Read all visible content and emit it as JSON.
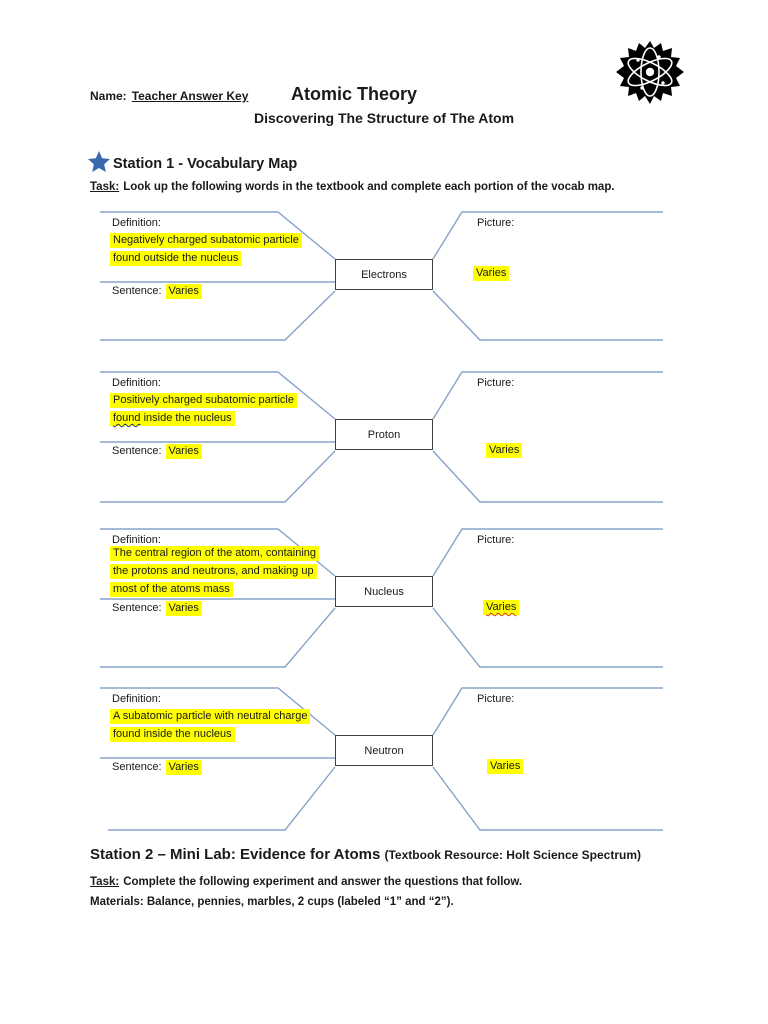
{
  "header": {
    "name_label": "Name:",
    "name_value": "Teacher Answer Key",
    "title": "Atomic Theory",
    "subtitle": "Discovering The Structure of The Atom"
  },
  "station1": {
    "heading": "Station 1 - Vocabulary Map",
    "task_label": "Task:",
    "task_text": "Look up the following words in the textbook and complete each portion of the vocab map."
  },
  "vocab_sections": [
    {
      "term": "Electrons",
      "definition_label": "Definition:",
      "definition_lines": [
        "Negatively charged subatomic particle",
        "found outside the nucleus"
      ],
      "sentence_label": "Sentence:",
      "sentence_value": "Varies",
      "picture_label": "Picture:",
      "picture_value": "Varies"
    },
    {
      "term": "Proton",
      "definition_label": "Definition:",
      "definition_lines": [
        "Positively charged subatomic particle"
      ],
      "definition_line2_squiggled": "found",
      "definition_line2_rest": " inside the nucleus",
      "sentence_label": "Sentence:",
      "sentence_value": "Varies",
      "picture_label": "Picture:",
      "picture_value": "Varies"
    },
    {
      "term": "Nucleus",
      "definition_label": "Definition:",
      "definition_lines": [
        "The central region of the atom, containing",
        "the protons and neutrons, and making up",
        "most of the atoms mass"
      ],
      "sentence_label": "Sentence:",
      "sentence_value": "Varies",
      "picture_label": "Picture:",
      "picture_value": "Varies"
    },
    {
      "term": "Neutron",
      "definition_label": "Definition:",
      "definition_lines": [
        "A subatomic particle with neutral charge",
        "found inside the nucleus"
      ],
      "sentence_label": "Sentence:",
      "sentence_value": "Varies",
      "picture_label": "Picture:",
      "picture_value": "Varies"
    }
  ],
  "station2": {
    "heading_main": "Station 2 – Mini Lab: Evidence for Atoms",
    "heading_paren": "(Textbook Resource: Holt Science Spectrum)",
    "task_label": "Task:",
    "task_text": "Complete the following experiment and answer the questions that follow.",
    "materials_text": "Materials: Balance, pennies, marbles, 2 cups (labeled “1” and “2”)."
  },
  "icons": {
    "logo": "atom-icon",
    "bullet": "star-icon"
  },
  "colors": {
    "highlight_yellow": "#ffff00",
    "connector_blue": "#87a3c9",
    "star_blue": "#3a68ac",
    "box_border": "#3f3f3f",
    "squiggle_navy": "#1f3864",
    "squiggle_red": "#dd3c10"
  }
}
